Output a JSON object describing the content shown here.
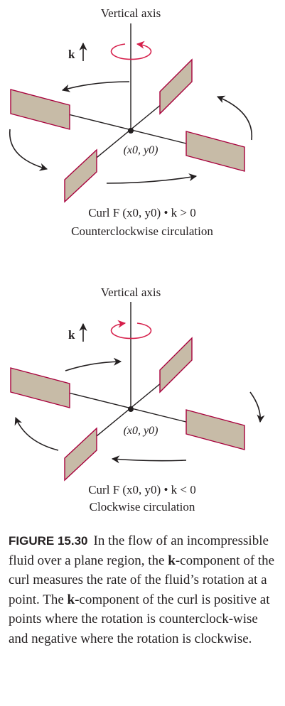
{
  "colors": {
    "paddle_fill": "#c7bba7",
    "paddle_edge": "#a8003c",
    "rotation_arrow": "#d61f4b",
    "ink": "#231f20"
  },
  "figure_top": {
    "axis_label": "Vertical axis",
    "k_label": "k",
    "point_label": "(x0, y0)",
    "curl_line": "Curl F (x0, y0) • k > 0",
    "circulation": "Counterclockwise circulation"
  },
  "figure_bottom": {
    "axis_label": "Vertical axis",
    "k_label": "k",
    "point_label": "(x0, y0)",
    "curl_line": "Curl F (x0, y0) • k < 0",
    "circulation": "Clockwise circulation"
  },
  "caption": {
    "label": "FIGURE 15.30",
    "text_1": "In the flow of an incompressible fluid over a plane region, the ",
    "bold_1": "k",
    "text_2": "-component of the curl measures the rate of the fluid’s rotation at a point. The ",
    "bold_2": "k",
    "text_3": "-component of the curl is positive at points where the rotation is counterclock-wise and negative where the rotation is clockwise."
  }
}
